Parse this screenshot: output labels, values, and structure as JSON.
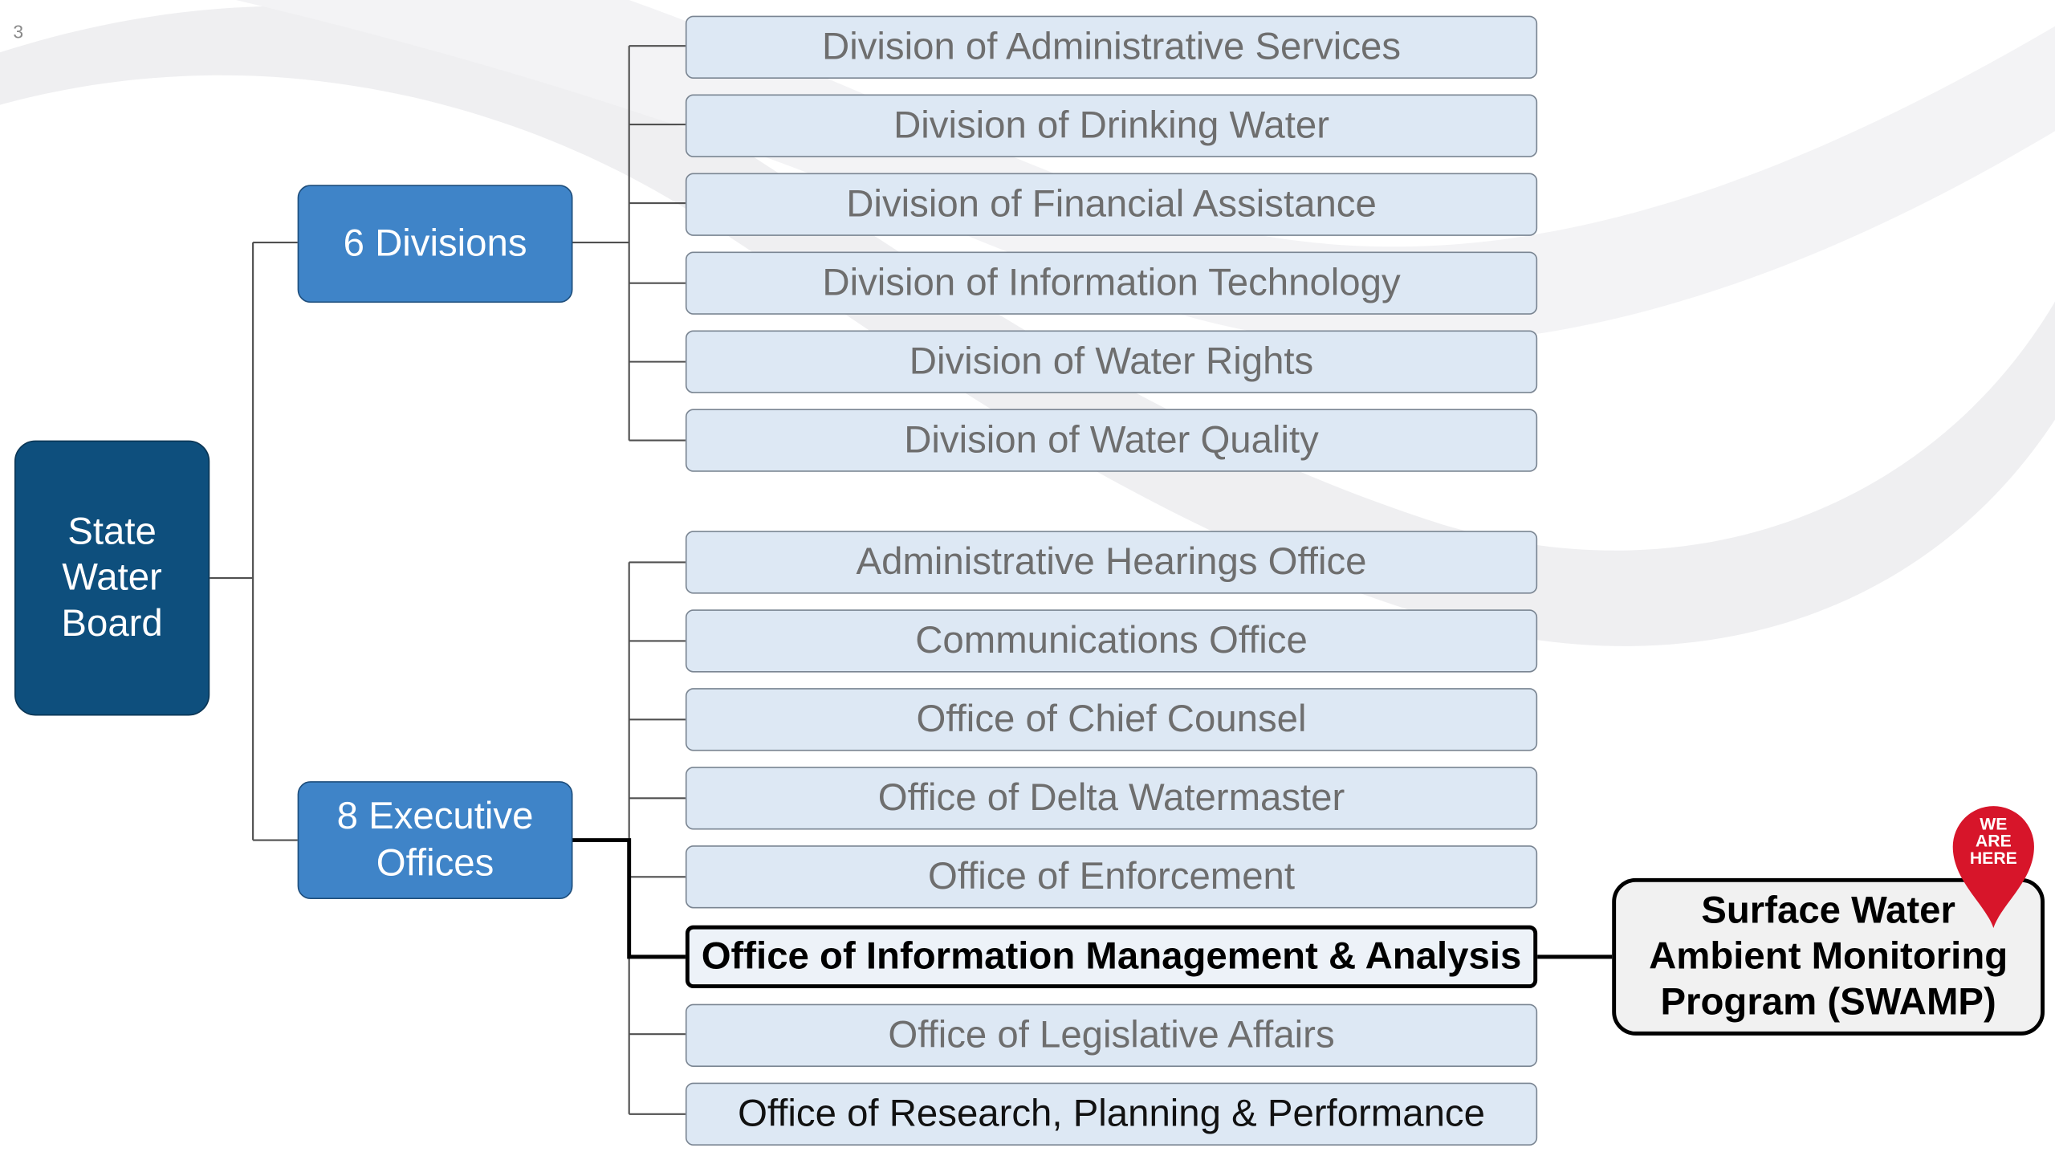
{
  "page_number": "3",
  "root": {
    "label_lines": [
      "State",
      "Water",
      "Board"
    ]
  },
  "divisions_group": {
    "label": "6 Divisions"
  },
  "offices_group": {
    "label_lines": [
      "8 Executive",
      "Offices"
    ]
  },
  "divisions": [
    "Division of Administrative Services",
    "Division of Drinking Water",
    "Division of Financial Assistance",
    "Division of Information Technology",
    "Division of Water Rights",
    "Division of Water Quality"
  ],
  "offices": [
    "Administrative Hearings Office",
    "Communications Office",
    "Office of Chief Counsel",
    "Office of Delta Watermaster",
    "Office of Enforcement",
    "Office of Information Management & Analysis",
    "Office of Legislative Affairs",
    "Office of Research, Planning & Performance"
  ],
  "highlighted_office_index": 5,
  "program": {
    "label_lines": [
      "Surface Water",
      "Ambient Monitoring",
      "Program (SWAMP)"
    ]
  },
  "pin": {
    "label_lines": [
      "WE",
      "ARE",
      "HERE"
    ]
  },
  "colors": {
    "root": "#0e4f7d",
    "group": "#3f84c8",
    "leaf": "#dde8f4",
    "pin": "#d7152a"
  }
}
